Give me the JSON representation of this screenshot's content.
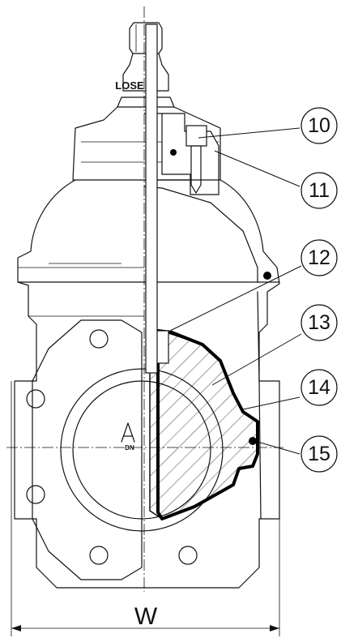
{
  "drawing": {
    "callouts": [
      {
        "label": "10"
      },
      {
        "label": "11"
      },
      {
        "label": "12"
      },
      {
        "label": "13"
      },
      {
        "label": "14"
      },
      {
        "label": "15"
      }
    ],
    "dimension_label": "W",
    "handwheel_text": "LOSE",
    "body_mark": "DN"
  }
}
